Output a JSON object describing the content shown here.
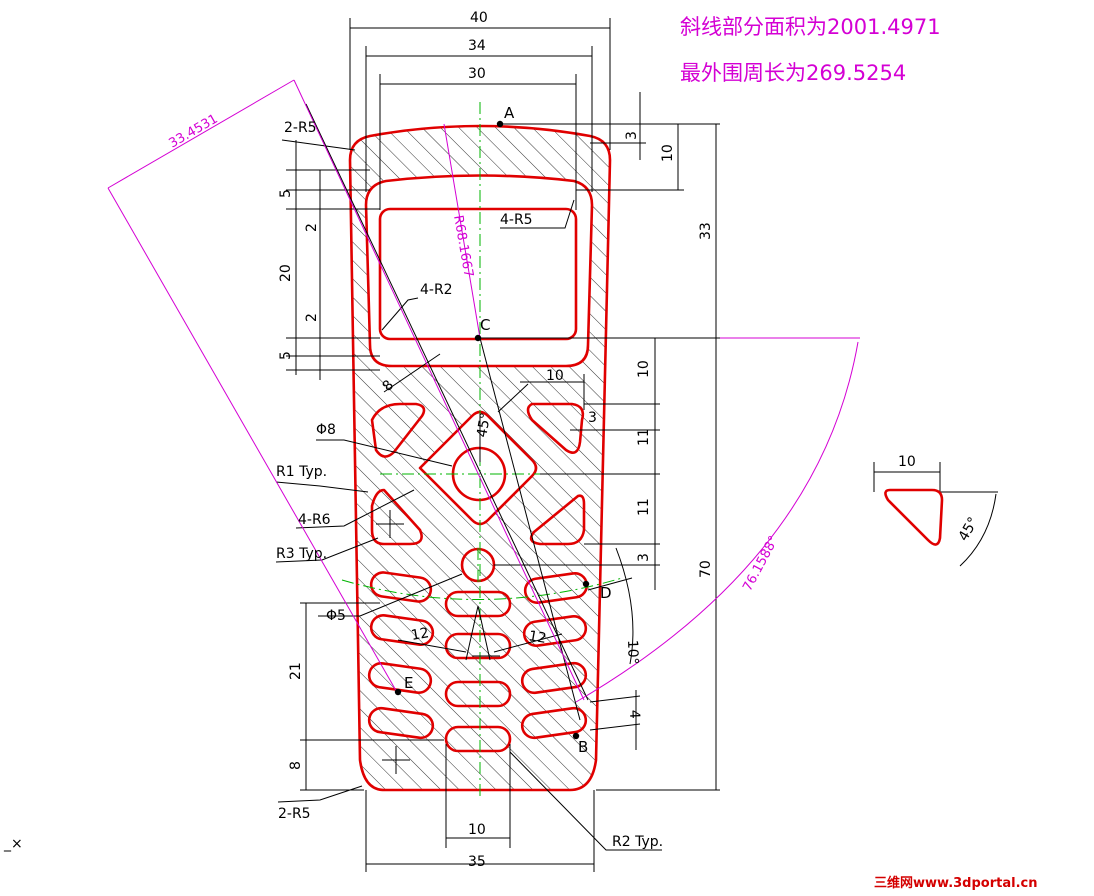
{
  "notes": {
    "area": "斜线部分面积为2001.4971",
    "perimeter": "最外围周长为269.5254"
  },
  "dims": {
    "w40": "40",
    "w34": "34",
    "w30": "30",
    "v3": "3",
    "v10": "10",
    "v33": "33",
    "v70": "70",
    "l5a": "5",
    "l2a": "2",
    "l20": "20",
    "l2b": "2",
    "l5b": "5",
    "r10a": "10",
    "r11a": "11",
    "r11b": "11",
    "r3": "3",
    "h10": "10",
    "h3": "3",
    "l21": "21",
    "l8": "8",
    "b10": "10",
    "b35": "35",
    "ang45": "45°",
    "ang10": "10°",
    "small4": "4",
    "d12a": "12",
    "d12b": "12",
    "d8": "8",
    "tri10": "10",
    "tri45": "45°"
  },
  "callouts": {
    "r5top": "2-R5",
    "r5win": "4-R5",
    "r2win": "4-R2",
    "phi8": "Φ8",
    "r1": "R1 Typ.",
    "r6": "4-R6",
    "r3": "R3 Typ.",
    "phi5": "Φ5",
    "r5bot": "2-R5",
    "r2": "R2 Typ."
  },
  "measure": {
    "diag": "33.4531",
    "radius": "R68.1667",
    "angle": "76.1588°"
  },
  "points": {
    "a": "A",
    "b": "B",
    "c": "C",
    "d": "D",
    "e": "E"
  },
  "corner_mark": "_×",
  "watermark": "三维网www.3dportal.cn",
  "colors": {
    "outline": "#e00000",
    "measure": "#d400d4",
    "centerline": "#00b400",
    "dimension": "#000000"
  }
}
